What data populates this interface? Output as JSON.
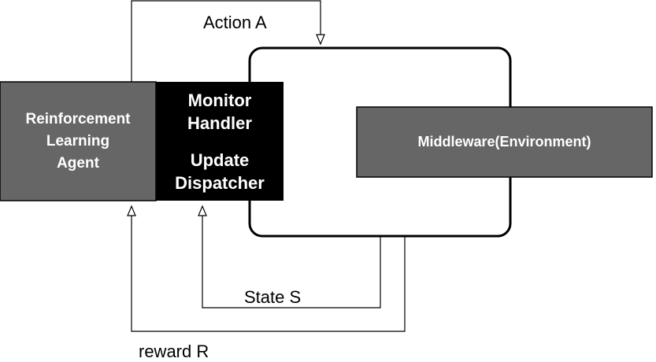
{
  "nodes": {
    "agent": {
      "lines": [
        "Reinforcement",
        "Learning",
        "Agent"
      ],
      "color": "#666666"
    },
    "handler": {
      "lines": [
        "Monitor",
        "Handler",
        "Update",
        "Dispatcher"
      ],
      "color": "#000000"
    },
    "middleware": {
      "label": "Middleware(Environment)",
      "color": "#666666"
    }
  },
  "edges": {
    "action": "Action A",
    "state": "State S",
    "reward": "reward R"
  }
}
